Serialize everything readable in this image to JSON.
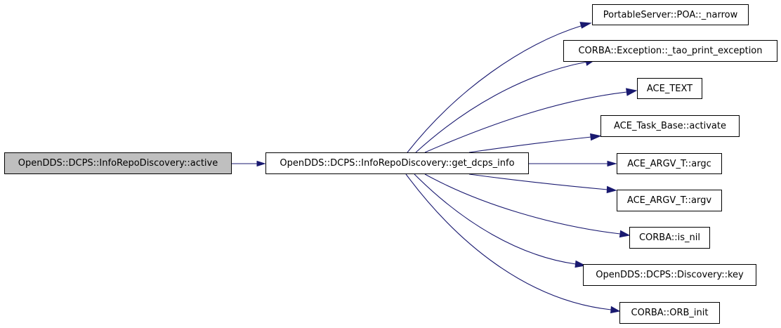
{
  "diagram": {
    "colors": {
      "edge": "#191970",
      "root_fill": "#bfbfbf",
      "node_fill": "#ffffff",
      "node_border": "#000000"
    },
    "nodes": {
      "root": "OpenDDS::DCPS::InfoRepoDiscovery::active",
      "main": "OpenDDS::DCPS::InfoRepoDiscovery::get_dcps_info",
      "narrow": "PortableServer::POA::_narrow",
      "exception": "CORBA::Exception::_tao_print_exception",
      "ace_text": "ACE_TEXT",
      "task_activate": "ACE_Task_Base::activate",
      "argc": "ACE_ARGV_T::argc",
      "argv": "ACE_ARGV_T::argv",
      "is_nil": "CORBA::is_nil",
      "key": "OpenDDS::DCPS::Discovery::key",
      "orb_init": "CORBA::ORB_init"
    },
    "edges": [
      {
        "from": "root",
        "to": "main"
      },
      {
        "from": "main",
        "to": "narrow"
      },
      {
        "from": "main",
        "to": "exception"
      },
      {
        "from": "main",
        "to": "ace_text"
      },
      {
        "from": "main",
        "to": "task_activate"
      },
      {
        "from": "main",
        "to": "argc"
      },
      {
        "from": "main",
        "to": "argv"
      },
      {
        "from": "main",
        "to": "is_nil"
      },
      {
        "from": "main",
        "to": "key"
      },
      {
        "from": "main",
        "to": "orb_init"
      }
    ]
  }
}
